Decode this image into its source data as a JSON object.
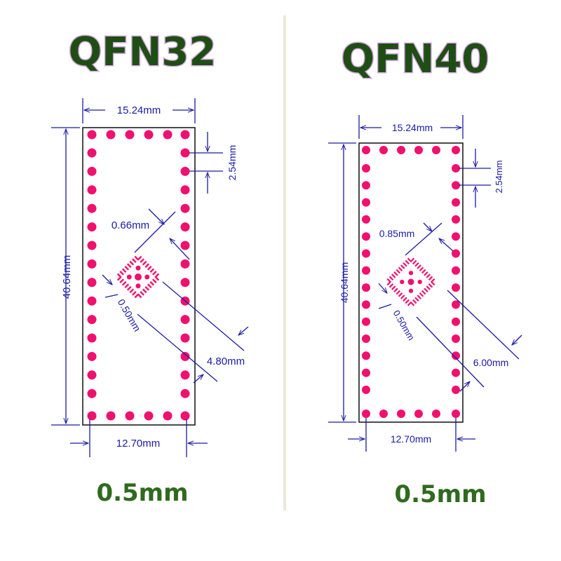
{
  "left_panel": {
    "title": "QFN32",
    "footer": "0.5mm",
    "dims": {
      "width_top": "15.24mm",
      "height": "40.64mm",
      "pitch": "2.54mm",
      "pad_width": "0.66mm",
      "pad_pitch": "0.50mm",
      "body": "4.80mm",
      "row_spacing": "12.70mm"
    }
  },
  "right_panel": {
    "title": "QFN40",
    "footer": "0.5mm",
    "dims": {
      "width_top": "15.24mm",
      "height": "40.64mm",
      "pitch": "2.54mm",
      "pad_width": "0.85mm",
      "pad_pitch": "0.50mm",
      "body": "6.00mm",
      "row_spacing": "12.70mm"
    }
  },
  "colors": {
    "title_fill": "#1f4e14",
    "title_outline": "#d6a8e3",
    "pad": "#f0106e",
    "dimension": "#1a1aa6",
    "divider": "#ece9d8"
  }
}
